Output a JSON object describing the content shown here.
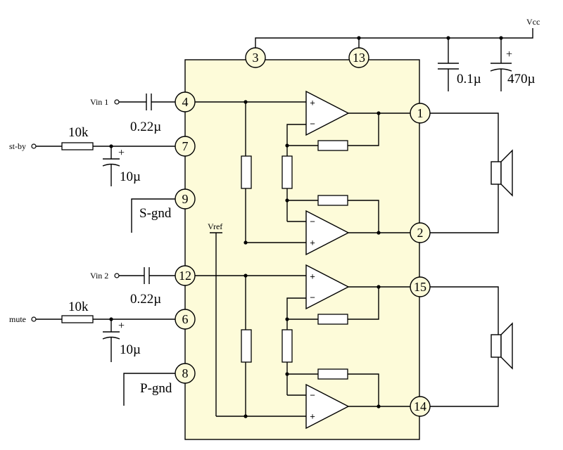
{
  "ic": {
    "pins": {
      "p3": "3",
      "p13": "13",
      "p4": "4",
      "p7": "7",
      "p9": "9",
      "p12": "12",
      "p6": "6",
      "p8": "8",
      "p1": "1",
      "p2": "2",
      "p15": "15",
      "p14": "14"
    },
    "body_color": "#fdfbd9"
  },
  "supply": {
    "vcc_label": "Vcc",
    "cap_small": "0.1µ",
    "cap_large": "470µ",
    "plus": "+"
  },
  "inputs": {
    "vin1": "Vin 1",
    "vin2": "Vin 2",
    "stby": "st-by",
    "mute": "mute",
    "cap1": "0.22µ",
    "cap2": "0.22µ",
    "res1": "10k",
    "res2": "10k",
    "elec1": "10µ",
    "elec2": "10µ",
    "sgnd": "S-gnd",
    "pgnd": "P-gnd",
    "vref": "Vref"
  },
  "opamp_signs": {
    "plus": "+",
    "minus": "−"
  }
}
